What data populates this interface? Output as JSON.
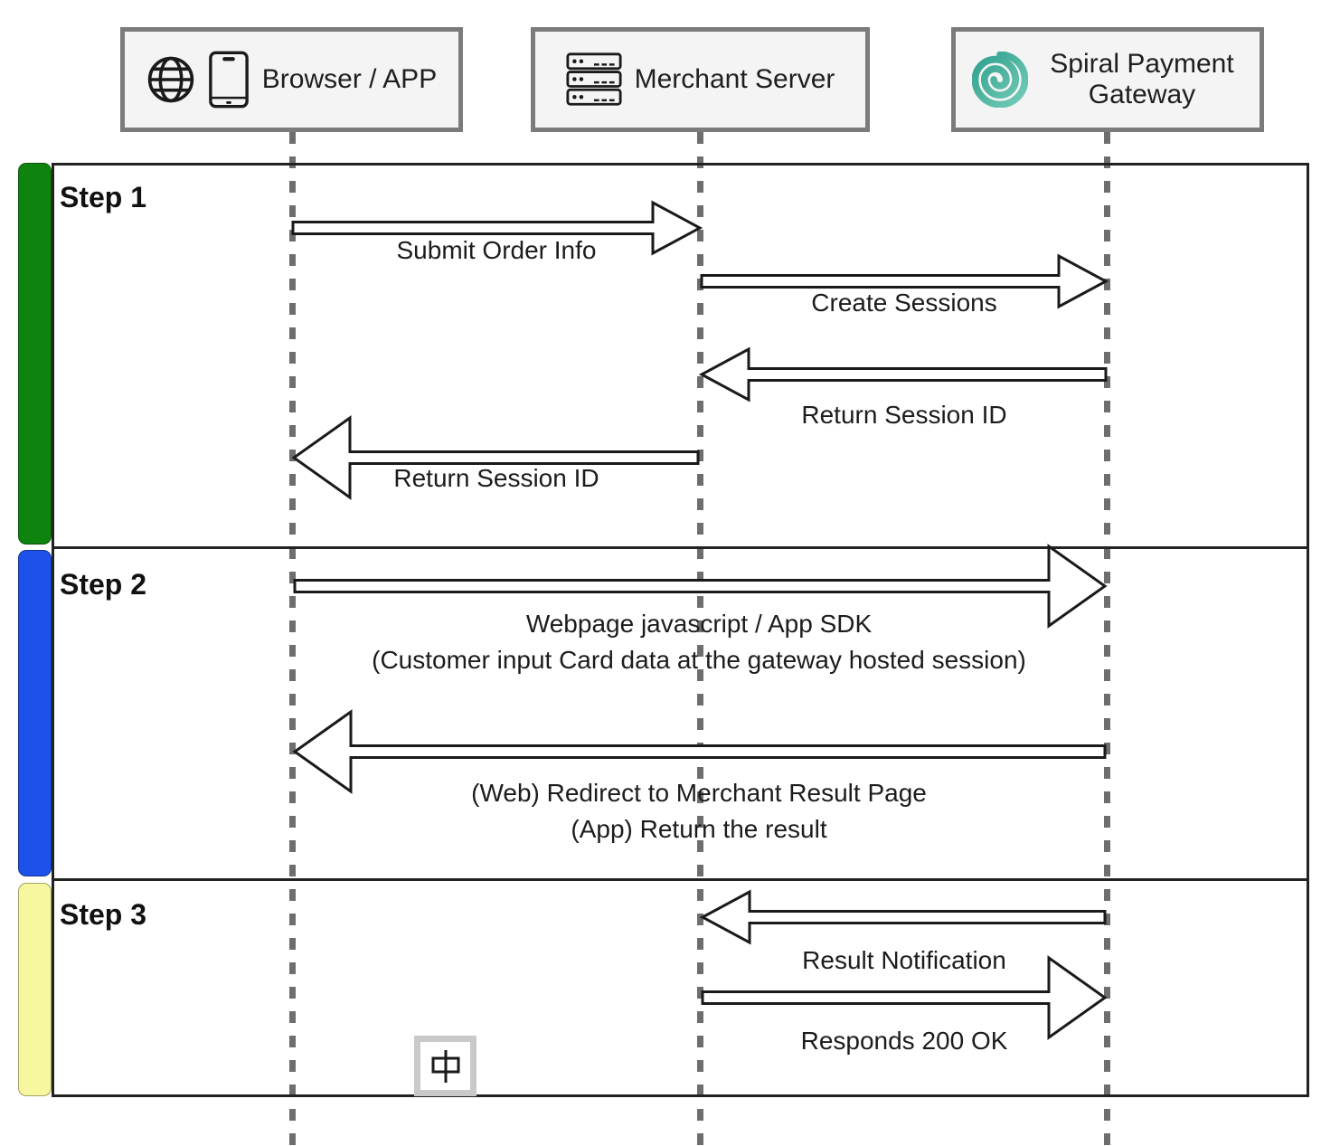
{
  "diagram": {
    "actors": [
      {
        "label": "Browser / APP",
        "icons": [
          "globe-icon",
          "smartphone-icon"
        ]
      },
      {
        "label": "Merchant Server",
        "icons": [
          "server-stack-icon"
        ]
      },
      {
        "label": "Spiral Payment Gateway",
        "icons": [
          "spiral-icon"
        ]
      }
    ],
    "steps": [
      {
        "label": "Step 1",
        "bar_color": "#0e830e"
      },
      {
        "label": "Step 2",
        "bar_color": "#1c51ea"
      },
      {
        "label": "Step 3",
        "bar_color": "#f7f7a0"
      }
    ],
    "messages": [
      {
        "step": 1,
        "from": "Browser / APP",
        "to": "Merchant Server",
        "direction": "right",
        "label": "Submit Order Info"
      },
      {
        "step": 1,
        "from": "Merchant Server",
        "to": "Spiral Payment Gateway",
        "direction": "right",
        "label": "Create Sessions"
      },
      {
        "step": 1,
        "from": "Spiral Payment Gateway",
        "to": "Merchant Server",
        "direction": "left",
        "label": "Return Session ID"
      },
      {
        "step": 1,
        "from": "Merchant Server",
        "to": "Browser / APP",
        "direction": "left",
        "label": "Return Session ID"
      },
      {
        "step": 2,
        "from": "Browser / APP",
        "to": "Spiral Payment Gateway",
        "direction": "right",
        "label": "Webpage javascript / App SDK",
        "sublabel": "(Customer input Card data at the gateway hosted session)"
      },
      {
        "step": 2,
        "from": "Spiral Payment Gateway",
        "to": "Browser / APP",
        "direction": "left",
        "label": "(Web) Redirect to Merchant Result Page",
        "sublabel": "(App) Return the result"
      },
      {
        "step": 3,
        "from": "Spiral Payment Gateway",
        "to": "Merchant Server",
        "direction": "left",
        "label": "Result Notification"
      },
      {
        "step": 3,
        "from": "Merchant Server",
        "to": "Spiral Payment Gateway",
        "direction": "right",
        "label": "Responds 200 OK"
      }
    ],
    "colors": {
      "lifeline": "#6e6e6e",
      "arrow_outline": "#1a1a1a",
      "arrow_fill": "#ffffff",
      "actor_border": "#7b7b7b",
      "actor_bg": "#f4f4f4",
      "frame_border": "#222222",
      "spiral_teal": "#3fae9b"
    }
  },
  "ime_indicator": {
    "char": "中"
  }
}
